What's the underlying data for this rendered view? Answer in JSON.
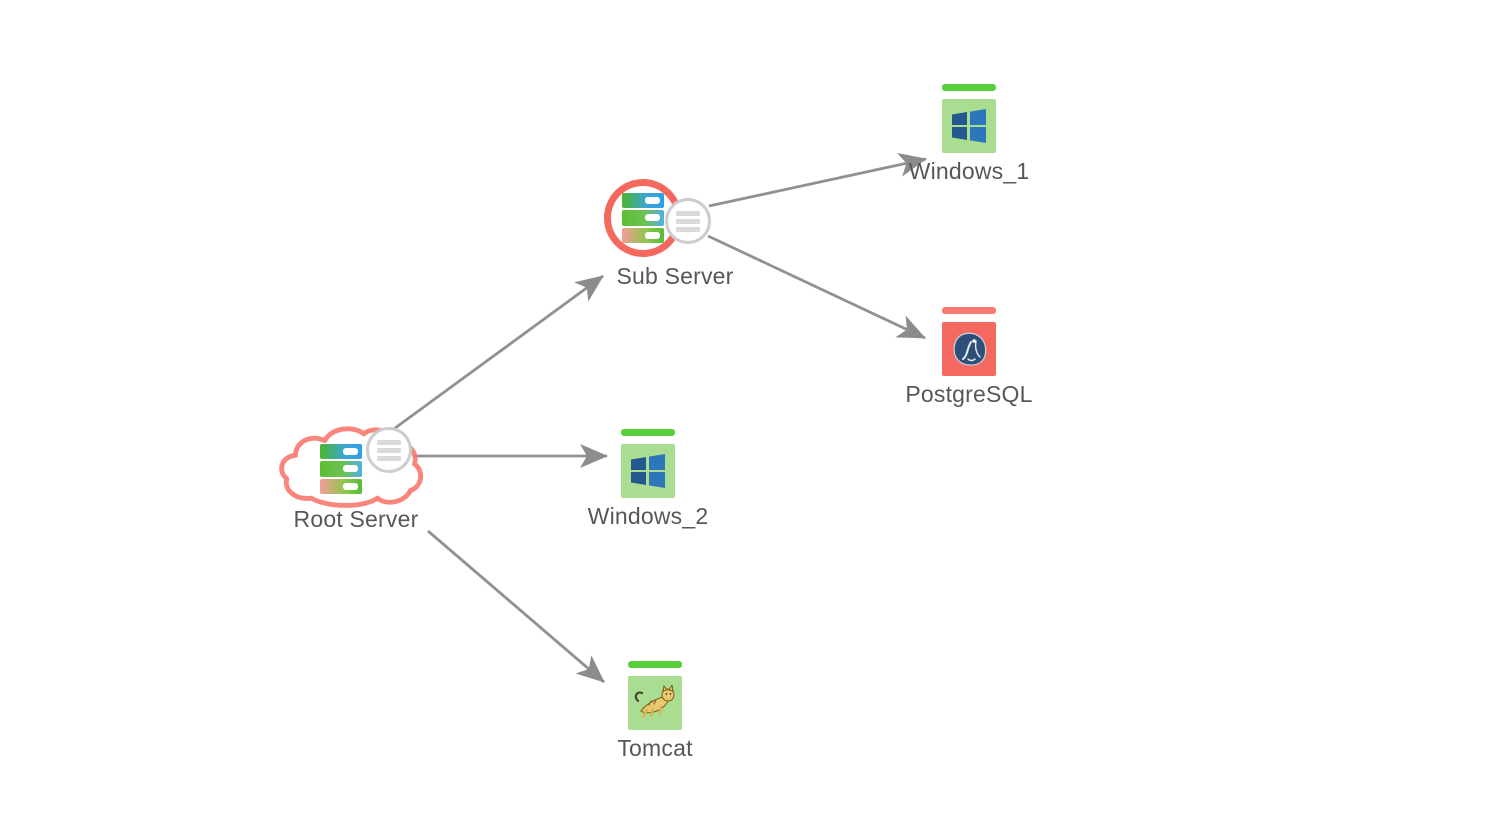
{
  "map": {
    "title": "network-topology-map",
    "background": "#ffffff"
  },
  "colors": {
    "edge": "#919191",
    "arrowhead": "#8c8c8c",
    "label": "#57575a",
    "status_up_bar": "#55ce3a",
    "status_up_tile": "#a9dd92",
    "status_alarm_bar": "#f8796f",
    "status_alarm_tile": "#f4695f",
    "alarm_outline": "#f5685e",
    "menu_border": "#cdcdcd",
    "menu_bars": "#dadada",
    "windows_blue": "#2d76ba",
    "postgres_navy": "#2e4f78",
    "tomcat_tan": "#e9c86f"
  },
  "nodes": [
    {
      "id": "root-server",
      "label": "Root Server",
      "shape": "cloud",
      "status": "alarm",
      "icon": "server-stack-icon",
      "has_menu": true
    },
    {
      "id": "sub-server",
      "label": "Sub Server",
      "shape": "ring",
      "status": "alarm",
      "icon": "server-stack-icon",
      "has_menu": true
    },
    {
      "id": "windows-1",
      "label": "Windows_1",
      "shape": "tile",
      "status": "up",
      "icon": "windows-icon",
      "has_menu": false
    },
    {
      "id": "postgresql",
      "label": "PostgreSQL",
      "shape": "tile",
      "status": "alarm",
      "icon": "postgresql-icon",
      "has_menu": false
    },
    {
      "id": "windows-2",
      "label": "Windows_2",
      "shape": "tile",
      "status": "up",
      "icon": "windows-icon",
      "has_menu": false
    },
    {
      "id": "tomcat",
      "label": "Tomcat",
      "shape": "tile",
      "status": "up",
      "icon": "tomcat-icon",
      "has_menu": false
    }
  ],
  "edges": [
    {
      "from": "Root Server",
      "to": "Sub Server"
    },
    {
      "from": "Root Server",
      "to": "Windows_2"
    },
    {
      "from": "Root Server",
      "to": "Tomcat"
    },
    {
      "from": "Sub Server",
      "to": "Windows_1"
    },
    {
      "from": "Sub Server",
      "to": "PostgreSQL"
    }
  ]
}
